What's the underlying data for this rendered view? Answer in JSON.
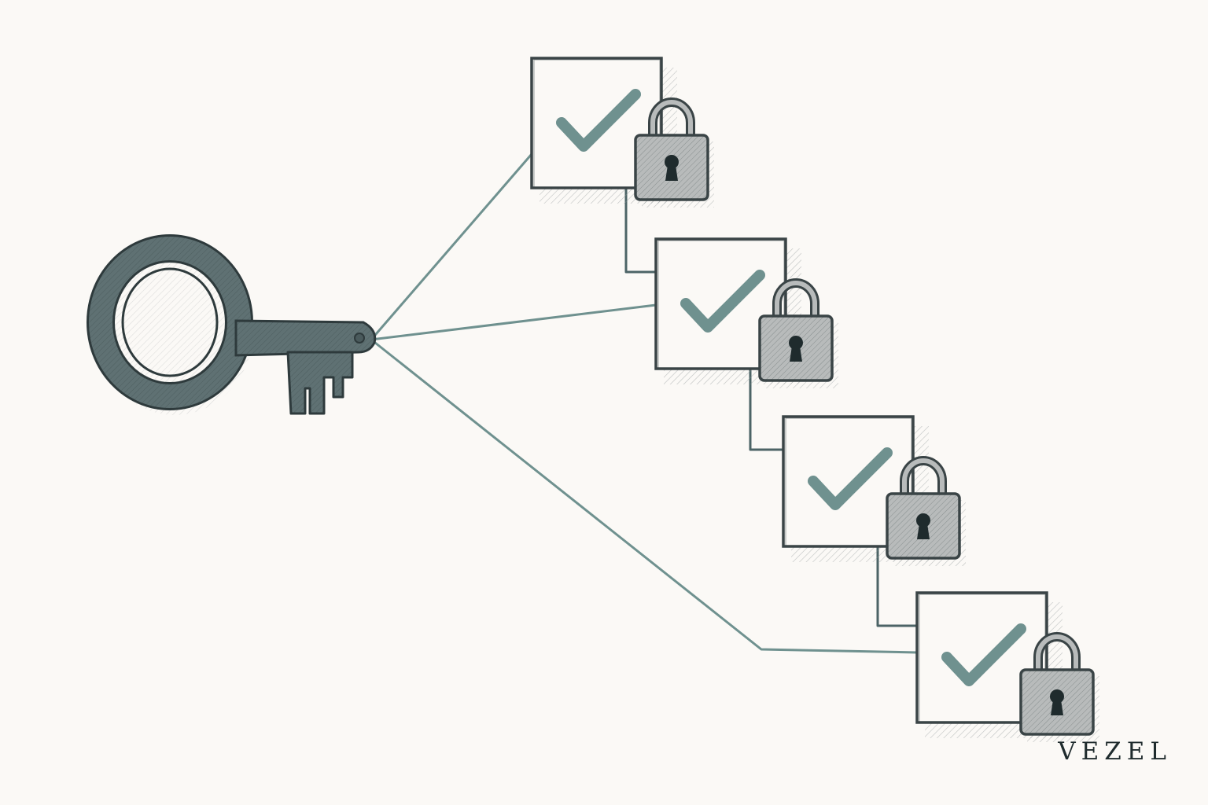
{
  "brand": {
    "wordmark": "VEZEL"
  },
  "diagram": {
    "key": {
      "icon": "key-icon"
    },
    "items": [
      {
        "id": "item-1",
        "status": "checked",
        "locked": true,
        "icons": [
          "check-icon",
          "padlock-icon"
        ]
      },
      {
        "id": "item-2",
        "status": "checked",
        "locked": true,
        "icons": [
          "check-icon",
          "padlock-icon"
        ]
      },
      {
        "id": "item-3",
        "status": "checked",
        "locked": true,
        "icons": [
          "check-icon",
          "padlock-icon"
        ]
      },
      {
        "id": "item-4",
        "status": "checked",
        "locked": true,
        "icons": [
          "check-icon",
          "padlock-icon"
        ]
      }
    ]
  },
  "colors": {
    "background": "#fbf9f6",
    "ink": "#3a4446",
    "key_metal": "#5f7173",
    "connector": "#6f918f",
    "check": "#6f918f",
    "box_fill": "#fbf9f6",
    "padlock_body": "#b8bbbb",
    "keyhole": "#1f2b2d"
  }
}
